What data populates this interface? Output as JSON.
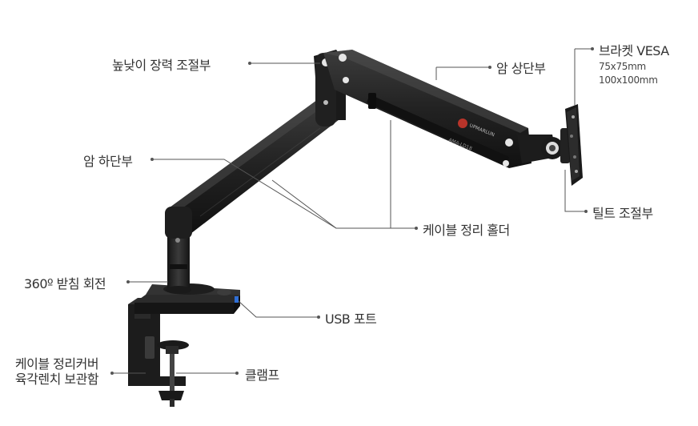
{
  "labels": {
    "height_tension": "높낮이 장력 조절부",
    "arm_upper": "암 상단부",
    "bracket_vesa": "브라켓 VESA",
    "vesa_size_1": "75x75mm",
    "vesa_size_2": "100x100mm",
    "arm_lower": "암 하단부",
    "tilt_adjust": "틸트 조절부",
    "cable_holder": "케이블 정리 홀더",
    "rotation_360": "360º 받침 회전",
    "usb_port": "USB 포트",
    "cover_line1": "케이블 정리커버",
    "cover_line2": "육각렌치 보관함",
    "clamp": "클램프"
  },
  "arm_markings": {
    "brand": "UPMARLUN",
    "model": "AMA-LD18"
  },
  "colors": {
    "text": "#333333",
    "leader": "#555555",
    "arm": "#232323",
    "arm_light": "#3a3a3a",
    "usb": "#2f6fd6"
  }
}
